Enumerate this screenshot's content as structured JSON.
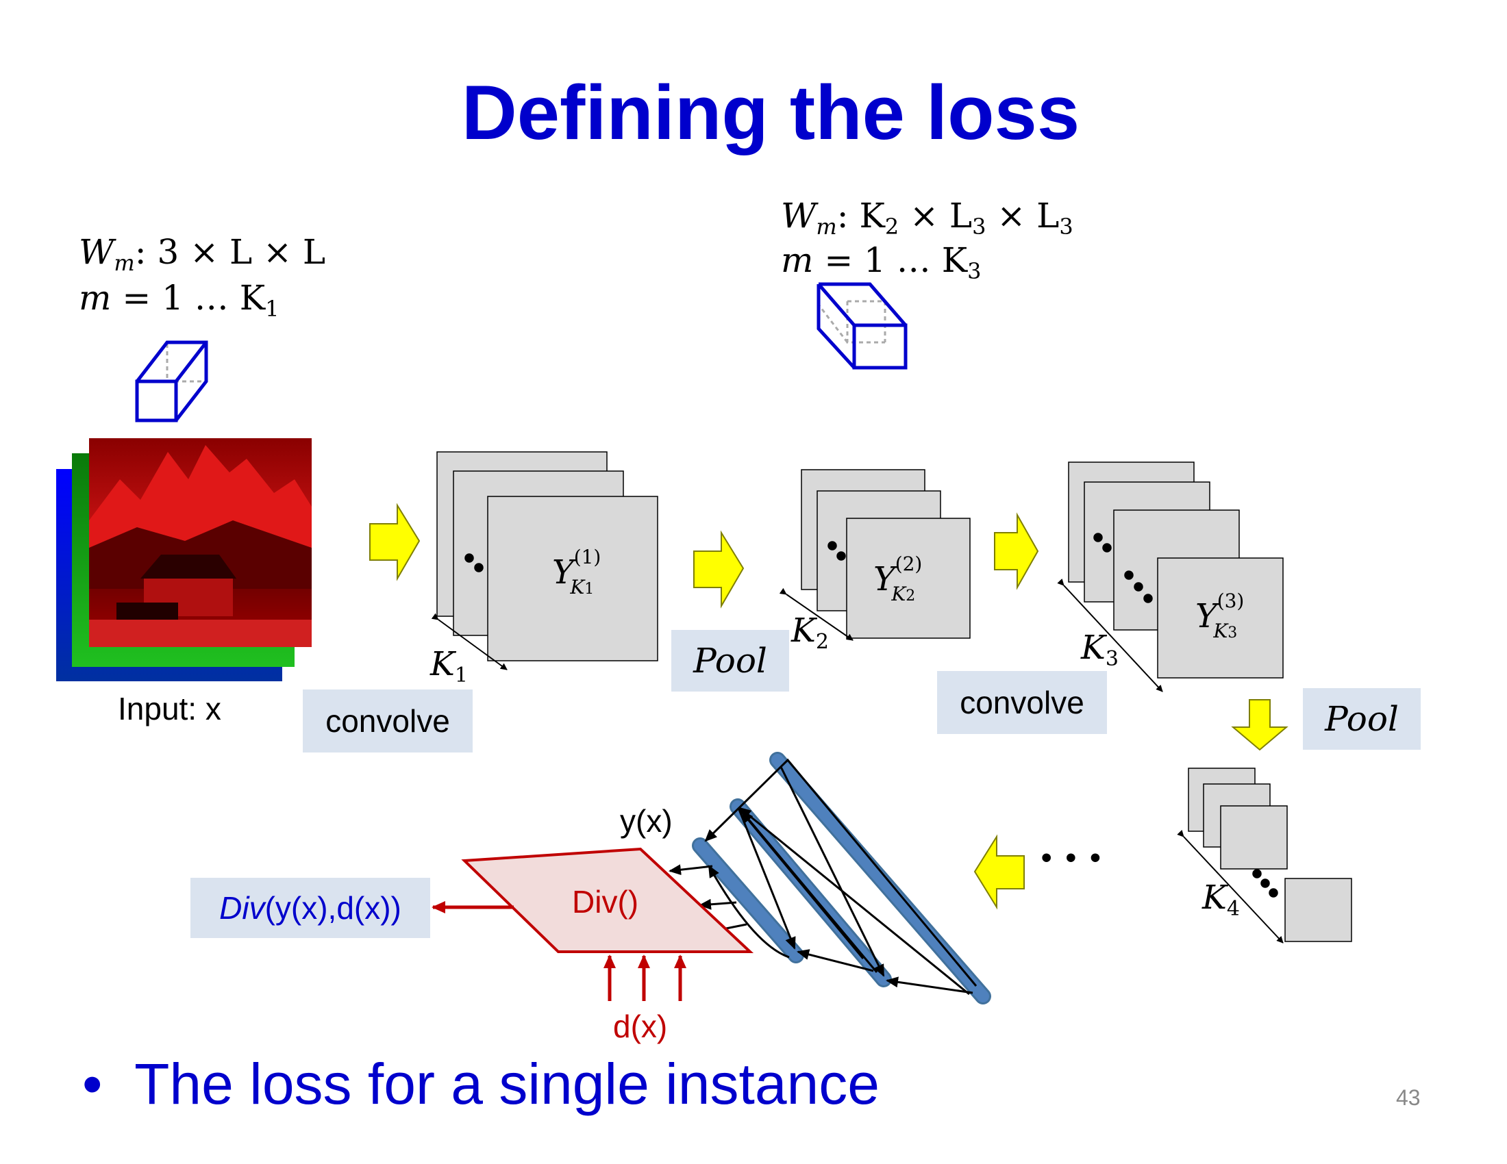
{
  "slide": {
    "title": "Defining the loss",
    "bullet": "The loss for a single instance",
    "page_number": "43"
  },
  "filters": {
    "first": {
      "shape_W": "W",
      "shape_m_sub": "m",
      "shape_rest": ": 3 × L × L",
      "range_m": "m",
      "range_rest": " = 1 … K",
      "range_sub": "1"
    },
    "second": {
      "shape_W": "W",
      "shape_m_sub": "m",
      "shape_mid": ": K",
      "shape_k_sub": "2",
      "shape_x1": " × L",
      "shape_l_sub1": "3",
      "shape_x2": " × L",
      "shape_l_sub2": "3",
      "range_m": "m",
      "range_rest": " = 1 … K",
      "range_sub": "3"
    }
  },
  "labels": {
    "input": "Input: x",
    "convolve_1": "convolve",
    "convolve_2": "convolve",
    "pool_1": "Pool",
    "pool_2": "Pool",
    "k1": "K",
    "k1_sub": "1",
    "k2": "K",
    "k2_sub": "2",
    "k3": "K",
    "k3_sub": "3",
    "k4": "K",
    "k4_sub": "4",
    "y1": "Y",
    "y1_sup": "(1)",
    "y1_sub": "K",
    "y1_subsub": "1",
    "y2": "Y",
    "y2_sup": "(2)",
    "y2_sub": "K",
    "y2_subsub": "2",
    "y3": "Y",
    "y3_sup": "(3)",
    "y3_sub": "K",
    "y3_subsub": "3",
    "ellipsis": "• • •",
    "yx": "y(x)",
    "div_box": "Div()",
    "dx": "d(x)",
    "div_out_italic": "Div",
    "div_out_rest": " (y(x),d(x))"
  },
  "colors": {
    "title": "#0000cc",
    "box_bg": "#dae3ef",
    "map_fill": "#d9d9d9",
    "arrow_yellow": "#ffff00",
    "mlp_layer": "#4f81bd",
    "div_fill": "#f2dcdb",
    "div_stroke": "#c00000",
    "filter_blue": "#0000cc"
  }
}
